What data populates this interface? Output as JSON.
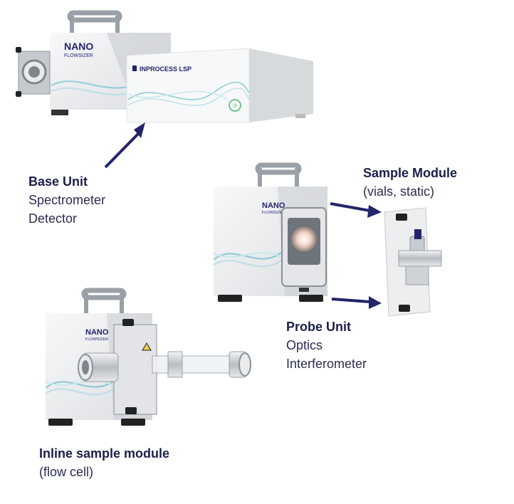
{
  "base_unit": {
    "title": "Base Unit",
    "lines": [
      "Spectrometer",
      "Detector"
    ],
    "brand": "INPROCESS LSP"
  },
  "probe_unit": {
    "title": "Probe Unit",
    "lines": [
      "Optics",
      "Interferometer"
    ],
    "brand_top": "NANO",
    "brand_bottom": "FLOWSIZER"
  },
  "sample_module": {
    "title": "Sample Module",
    "lines": [
      "(vials, static)"
    ]
  },
  "inline_module": {
    "title": "Inline sample module",
    "lines": [
      "(flow cell)"
    ]
  },
  "colors": {
    "text": "#1c1f4a",
    "arrow": "#23246a",
    "accent_wave": "#5fb6c9",
    "device_grey": "#d9dbdf"
  }
}
